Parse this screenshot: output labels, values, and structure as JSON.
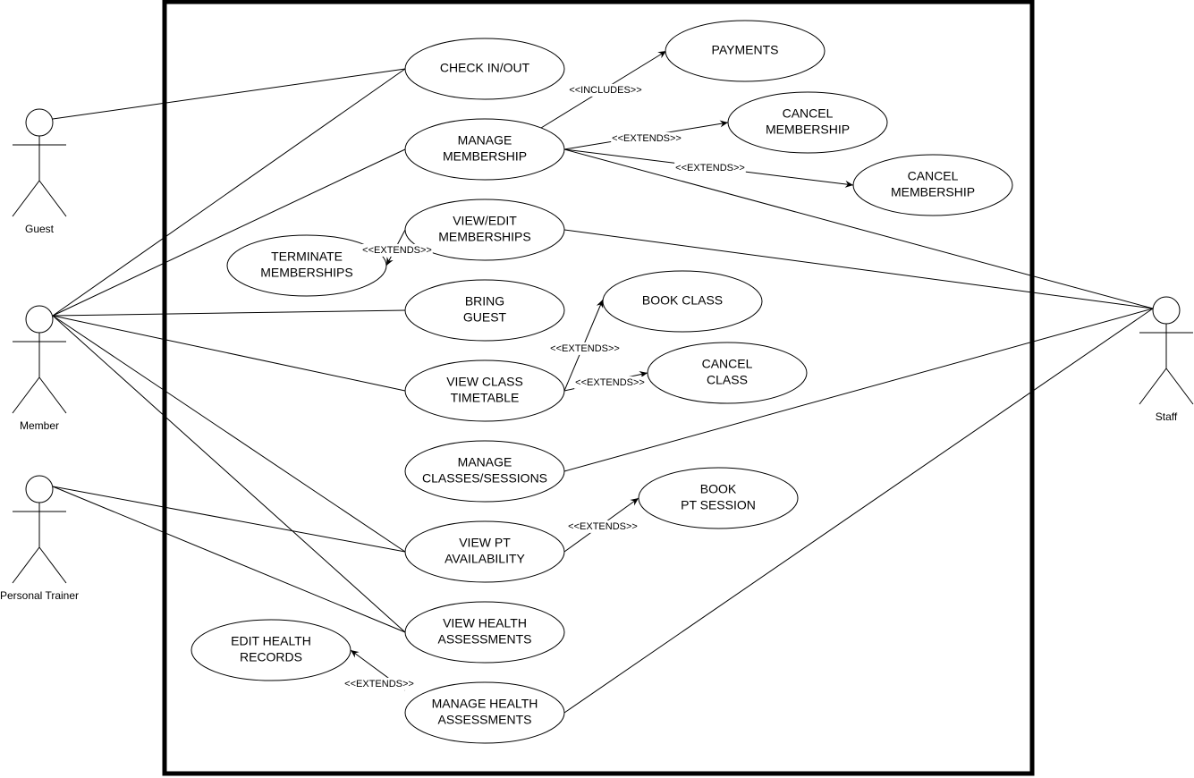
{
  "actors": [
    {
      "id": "guest",
      "label": "Guest",
      "icon": "actor-stick-figure-icon"
    },
    {
      "id": "member",
      "label": "Member",
      "icon": "actor-stick-figure-icon"
    },
    {
      "id": "trainer",
      "label": "Personal Trainer",
      "icon": "actor-stick-figure-icon"
    },
    {
      "id": "staff",
      "label": "Staff",
      "icon": "actor-stick-figure-icon"
    }
  ],
  "use_cases": [
    {
      "id": "checkin",
      "lines": [
        "CHECK IN/OUT"
      ]
    },
    {
      "id": "payments",
      "lines": [
        "PAYMENTS"
      ]
    },
    {
      "id": "managemem",
      "lines": [
        "MANAGE",
        "MEMBERSHIP"
      ]
    },
    {
      "id": "cancelmem1",
      "lines": [
        "CANCEL",
        "MEMBERSHIP"
      ]
    },
    {
      "id": "cancelmem2",
      "lines": [
        "CANCEL",
        "MEMBERSHIP"
      ]
    },
    {
      "id": "viewedit",
      "lines": [
        "VIEW/EDIT",
        "MEMBERSHIPS"
      ]
    },
    {
      "id": "terminate",
      "lines": [
        "TERMINATE",
        "MEMBERSHIPS"
      ]
    },
    {
      "id": "bringguest",
      "lines": [
        "BRING",
        "GUEST"
      ]
    },
    {
      "id": "bookclass",
      "lines": [
        "BOOK CLASS"
      ]
    },
    {
      "id": "viewclass",
      "lines": [
        "VIEW CLASS",
        "TIMETABLE"
      ]
    },
    {
      "id": "cancelclass",
      "lines": [
        "CANCEL",
        "CLASS"
      ]
    },
    {
      "id": "manageclasses",
      "lines": [
        "MANAGE",
        "CLASSES/SESSIONS"
      ]
    },
    {
      "id": "bookpt",
      "lines": [
        "BOOK",
        "PT SESSION"
      ]
    },
    {
      "id": "viewpt",
      "lines": [
        "VIEW PT",
        "AVAILABILITY"
      ]
    },
    {
      "id": "viewhealth",
      "lines": [
        "VIEW HEALTH",
        "ASSESSMENTS"
      ]
    },
    {
      "id": "edithealth",
      "lines": [
        "EDIT HEALTH",
        "RECORDS"
      ]
    },
    {
      "id": "managehealth",
      "lines": [
        "MANAGE HEALTH",
        "ASSESSMENTS"
      ]
    }
  ],
  "associations": [
    {
      "actor": "guest",
      "use_case": "checkin"
    },
    {
      "actor": "member",
      "use_case": "checkin"
    },
    {
      "actor": "member",
      "use_case": "managemem"
    },
    {
      "actor": "member",
      "use_case": "bringguest"
    },
    {
      "actor": "member",
      "use_case": "viewclass"
    },
    {
      "actor": "member",
      "use_case": "viewpt"
    },
    {
      "actor": "member",
      "use_case": "viewhealth"
    },
    {
      "actor": "trainer",
      "use_case": "viewpt"
    },
    {
      "actor": "trainer",
      "use_case": "viewhealth"
    },
    {
      "actor": "staff",
      "use_case": "managemem"
    },
    {
      "actor": "staff",
      "use_case": "viewedit"
    },
    {
      "actor": "staff",
      "use_case": "manageclasses"
    },
    {
      "actor": "staff",
      "use_case": "managehealth"
    }
  ],
  "relationships": [
    {
      "from": "managemem",
      "to": "payments",
      "stereotype": "<<INCLUDES>>"
    },
    {
      "from": "managemem",
      "to": "cancelmem1",
      "stereotype": "<<EXTENDS>>"
    },
    {
      "from": "managemem",
      "to": "cancelmem2",
      "stereotype": "<<EXTENDS>>"
    },
    {
      "from": "viewedit",
      "to": "terminate",
      "stereotype": "<<EXTENDS>>"
    },
    {
      "from": "viewclass",
      "to": "bookclass",
      "stereotype": "<<EXTENDS>>"
    },
    {
      "from": "viewclass",
      "to": "cancelclass",
      "stereotype": "<<EXTENDS>>"
    },
    {
      "from": "viewpt",
      "to": "bookpt",
      "stereotype": "<<EXTENDS>>"
    },
    {
      "from": "managehealth",
      "to": "edithealth",
      "stereotype": "<<EXTENDS>>"
    }
  ]
}
